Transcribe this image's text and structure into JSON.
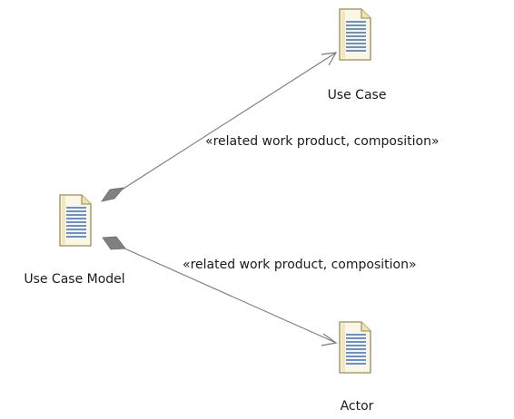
{
  "nodes": [
    {
      "id": "use-case",
      "label": "Use Case",
      "icon": "document-icon"
    },
    {
      "id": "use-case-model",
      "label": "Use Case Model",
      "icon": "document-icon"
    },
    {
      "id": "actor",
      "label": "Actor",
      "icon": "document-icon"
    }
  ],
  "edges": [
    {
      "from": "use-case-model",
      "to": "use-case",
      "label": "«related work product, composition»",
      "kind": "composition"
    },
    {
      "from": "use-case-model",
      "to": "actor",
      "label": "«related work product, composition»",
      "kind": "composition"
    }
  ],
  "colors": {
    "line": "#7a7a7a",
    "diamond": "#808080",
    "doc_fill": "#fbf7e6",
    "doc_border": "#9a8a55",
    "doc_lines": "#3b6fc6"
  }
}
